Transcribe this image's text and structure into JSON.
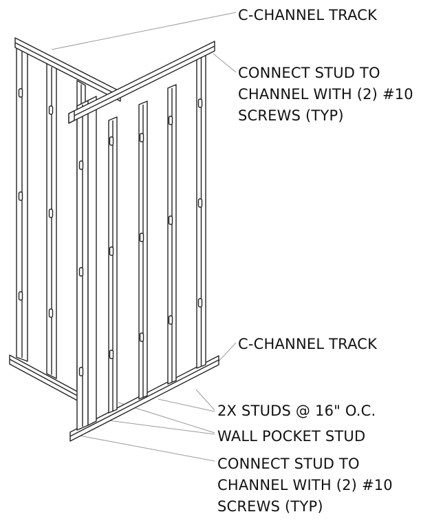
{
  "colors": {
    "line": "#222222",
    "leader": "#9a9a9a",
    "fill": "#ffffff",
    "text": "#111111"
  },
  "labels": {
    "top_track": "C-CHANNEL TRACK",
    "connect_top": [
      "CONNECT STUD TO",
      "CHANNEL WITH (2) #10",
      "SCREWS (TYP)"
    ],
    "bottom_track": "C-CHANNEL TRACK",
    "studs": "2X STUDS @ 16\" O.C.",
    "pocket_stud": "WALL POCKET STUD",
    "connect_bottom": [
      "CONNECT STUD TO",
      "CHANNEL WITH (2) #10",
      "SCREWS (TYP)"
    ]
  }
}
